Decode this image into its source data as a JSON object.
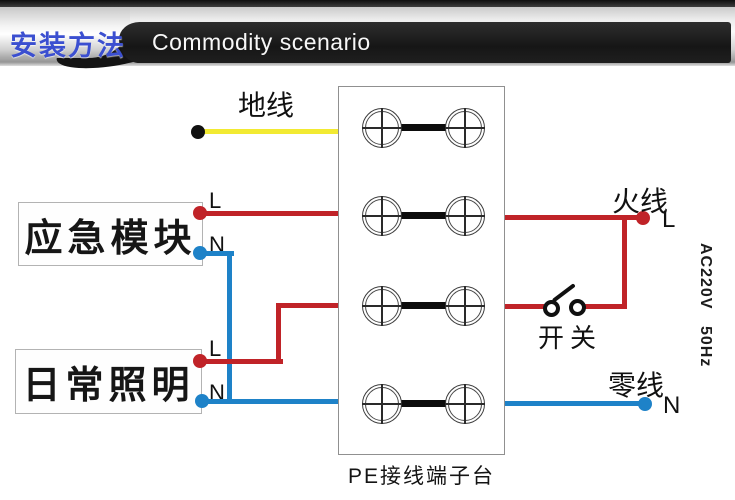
{
  "header": {
    "tab_label": "安装方法",
    "title": "Commodity scenario"
  },
  "labels": {
    "ground": "地线",
    "live": "火线",
    "live_terminal": "L",
    "neutral": "零线",
    "neutral_terminal": "N",
    "switch": "开关",
    "terminal_block": "PE接线端子台",
    "voltage": "AC220V",
    "frequency": "50Hz"
  },
  "emergency_module": {
    "name": "应急模块",
    "live_terminal": "L",
    "neutral_terminal": "N"
  },
  "daily_lighting": {
    "name": "日常照明",
    "live_terminal": "L",
    "neutral_terminal": "N"
  },
  "colors": {
    "live_wire": "#c02328",
    "neutral_wire": "#1e82c8",
    "ground_wire": "#f2ea32",
    "accent_text": "#3b4fd0"
  }
}
